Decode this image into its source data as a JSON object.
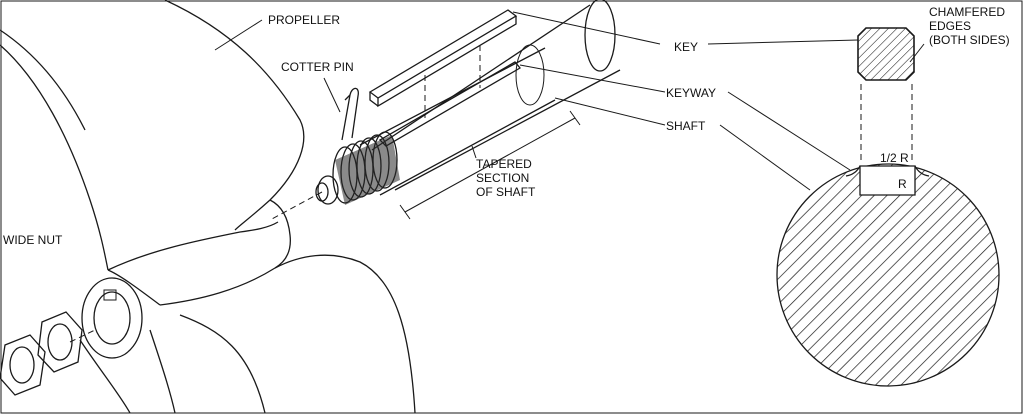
{
  "labels": {
    "propeller": "PROPELLER",
    "cotter_pin": "COTTER PIN",
    "key": "KEY",
    "keyway": "KEYWAY",
    "shaft": "SHAFT",
    "tapered_1": "TAPERED",
    "tapered_2": "SECTION",
    "tapered_3": "OF SHAFT",
    "wide_nut": "WIDE NUT",
    "chamfered_1": "CHAMFERED",
    "chamfered_2": "EDGES",
    "chamfered_3": "(BOTH SIDES)",
    "half_r": "1/2 R",
    "r": "R"
  }
}
